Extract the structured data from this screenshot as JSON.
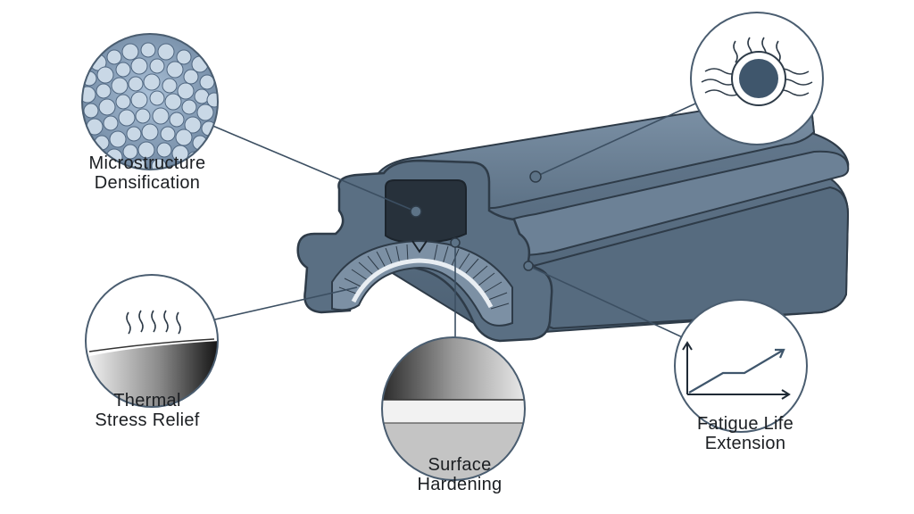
{
  "labels": {
    "microstructure": {
      "line1": "Microstructure",
      "line2": "Densification"
    },
    "thermal": {
      "line1": "Thermal",
      "line2": "Stress Relief"
    },
    "surface": {
      "line1": "Surface",
      "line2": "Hardening"
    },
    "fatigue": {
      "line1": "Fatigue Life",
      "line2": "Extension"
    }
  },
  "colors": {
    "profile_body": "#5f7488",
    "profile_top": "#6f849a",
    "profile_dark": "#3f5163",
    "outline": "#2e3b48",
    "leader_line": "#3c4f62",
    "callout_ring": "#4a5d70"
  },
  "icons": {
    "microstructure": "grain-texture-icon",
    "thermal": "heat-wave-gradient-icon",
    "surface": "hardened-layer-icon",
    "fatigue": "rising-line-graph-icon",
    "heat": "heat-core-icon"
  }
}
